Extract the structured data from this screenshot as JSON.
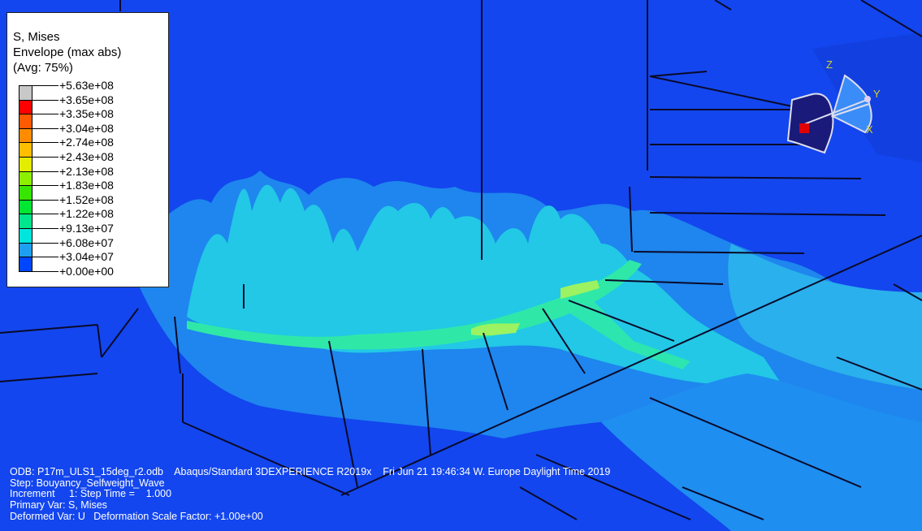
{
  "legend": {
    "title": "S, Mises",
    "subtitle": "Envelope (max abs)",
    "averaging": "(Avg: 75%)",
    "entries": [
      {
        "label": "+5.63e+08",
        "color": "#c8c8c8"
      },
      {
        "label": "+3.65e+08",
        "color": "#ff0000"
      },
      {
        "label": "+3.35e+08",
        "color": "#ff5a00"
      },
      {
        "label": "+3.04e+08",
        "color": "#ff8c00"
      },
      {
        "label": "+2.74e+08",
        "color": "#ffbe00"
      },
      {
        "label": "+2.43e+08",
        "color": "#e4ec00"
      },
      {
        "label": "+2.13e+08",
        "color": "#8cf000"
      },
      {
        "label": "+1.83e+08",
        "color": "#37e600"
      },
      {
        "label": "+1.52e+08",
        "color": "#00e632"
      },
      {
        "label": "+1.22e+08",
        "color": "#00e68c"
      },
      {
        "label": "+9.13e+07",
        "color": "#00e6dc"
      },
      {
        "label": "+6.08e+07",
        "color": "#1ea0f0"
      },
      {
        "label": "+3.04e+07",
        "color": "#0046ff"
      },
      {
        "label": "+0.00e+00",
        "color": null
      }
    ]
  },
  "footer": {
    "odb_line": "ODB: P17m_ULS1_15deg_r2.odb    Abaqus/Standard 3DEXPERIENCE R2019x    Fri Jun 21 19:46:34 W. Europe Daylight Time 2019",
    "step_line": "Step: Bouyancy_Selfweight_Wave",
    "increment_line": "Increment     1: Step Time =    1.000",
    "primary_var_line": "Primary Var: S, Mises",
    "deformed_var_line": "Deformed Var: U   Deformation Scale Factor: +1.00e+00"
  },
  "triad": {
    "axes": {
      "x": "X",
      "y": "Y",
      "z": "Z"
    }
  },
  "colors": {
    "background": "#1346ee",
    "contour_low": "#1e8ef0",
    "contour_mid": "#22d0e8",
    "contour_high": "#2ee8a0",
    "mesh_edges": "#0a0a2a"
  }
}
